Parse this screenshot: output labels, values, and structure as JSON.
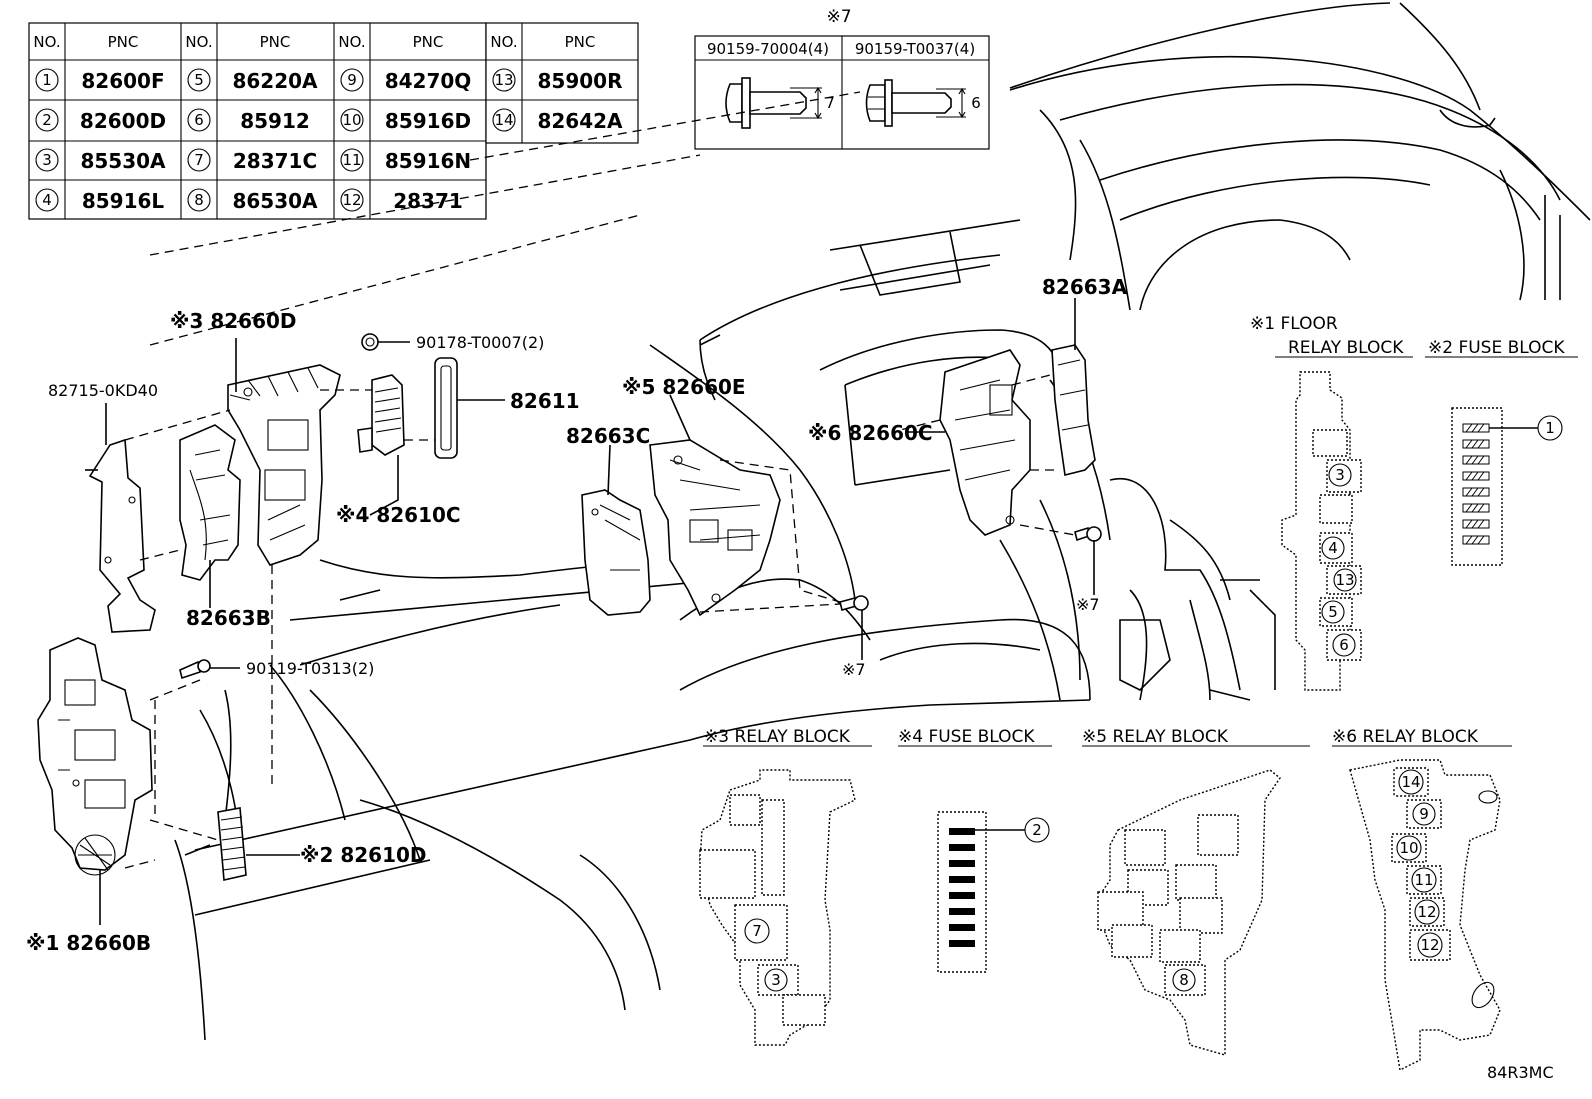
{
  "pnc_table": {
    "header_no": "NO.",
    "header_pnc": "PNC",
    "rows": [
      [
        {
          "no": "1",
          "pnc": "82600F"
        },
        {
          "no": "5",
          "pnc": "86220A"
        },
        {
          "no": "9",
          "pnc": "84270Q"
        },
        {
          "no": "13",
          "pnc": "85900R"
        }
      ],
      [
        {
          "no": "2",
          "pnc": "82600D"
        },
        {
          "no": "6",
          "pnc": "85912"
        },
        {
          "no": "10",
          "pnc": "85916D"
        },
        {
          "no": "14",
          "pnc": "82642A"
        }
      ],
      [
        {
          "no": "3",
          "pnc": "85530A"
        },
        {
          "no": "7",
          "pnc": "28371C"
        },
        {
          "no": "11",
          "pnc": "85916N"
        }
      ],
      [
        {
          "no": "4",
          "pnc": "85916L"
        },
        {
          "no": "8",
          "pnc": "86530A"
        },
        {
          "no": "12",
          "pnc": "28371"
        }
      ]
    ]
  },
  "bolt_table": {
    "title": "※7",
    "col1": "90159-70004(4)",
    "col2": "90159-T0037(4)",
    "dim1": "7",
    "dim2": "6"
  },
  "labels": {
    "l_82660D": "※3 82660D",
    "l_82715": "82715-0KD40",
    "l_90178": "90178-T0007(2)",
    "l_82611": "82611",
    "l_82660E": "※5 82660E",
    "l_82663C": "82663C",
    "l_82610C": "※4 82610C",
    "l_82663B": "82663B",
    "l_90119": "90119-T0313(2)",
    "l_82610D": "※2 82610D",
    "l_82660B": "※1 82660B",
    "l_82663A": "82663A",
    "l_82660C": "※6 82660C",
    "l_s7a": "※7",
    "l_s7b": "※7",
    "code": "84R3MC"
  },
  "blocks": {
    "floor_relay_1": "※1 FLOOR",
    "floor_relay_2": "RELAY BLOCK",
    "fuse2": "※2 FUSE BLOCK",
    "relay3": "※3 RELAY BLOCK",
    "fuse4": "※4 FUSE BLOCK",
    "relay5": "※5 RELAY BLOCK",
    "relay6": "※6 RELAY BLOCK"
  },
  "markers": {
    "floor": [
      "3",
      "4",
      "13",
      "5",
      "6"
    ],
    "fuse2": "1",
    "relay3": [
      "7",
      "3"
    ],
    "fuse4": "2",
    "relay5": "8",
    "relay6": [
      "14",
      "9",
      "10",
      "11",
      "12",
      "12"
    ]
  }
}
